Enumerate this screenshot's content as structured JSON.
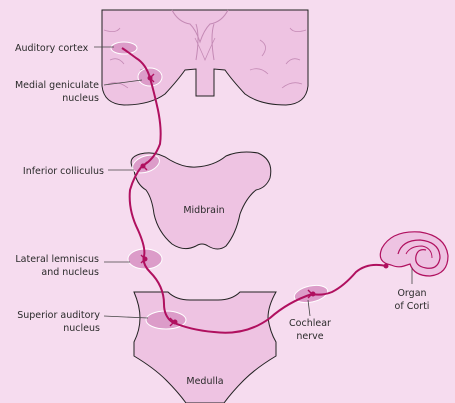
{
  "labels": {
    "auditory_cortex": "Auditory cortex",
    "medial_geniculate_1": "Medial geniculate",
    "medial_geniculate_2": "nucleus",
    "inferior_colliculus": "Inferior colliculus",
    "midbrain": "Midbrain",
    "lateral_lemniscus_1": "Lateral lemniscus",
    "lateral_lemniscus_2": "and nucleus",
    "superior_auditory_1": "Superior auditory",
    "superior_auditory_2": "nucleus",
    "medulla": "Medulla",
    "cochlear_nerve_1": "Cochlear",
    "cochlear_nerve_2": "nerve",
    "organ_of_corti_1": "Organ",
    "organ_of_corti_2": "of Corti"
  },
  "colors": {
    "background": "#f6dcef",
    "tissue": "#eec3e2",
    "outline": "#222222",
    "nucleus": "#dc9cc9",
    "pathway": "#b0105f"
  }
}
